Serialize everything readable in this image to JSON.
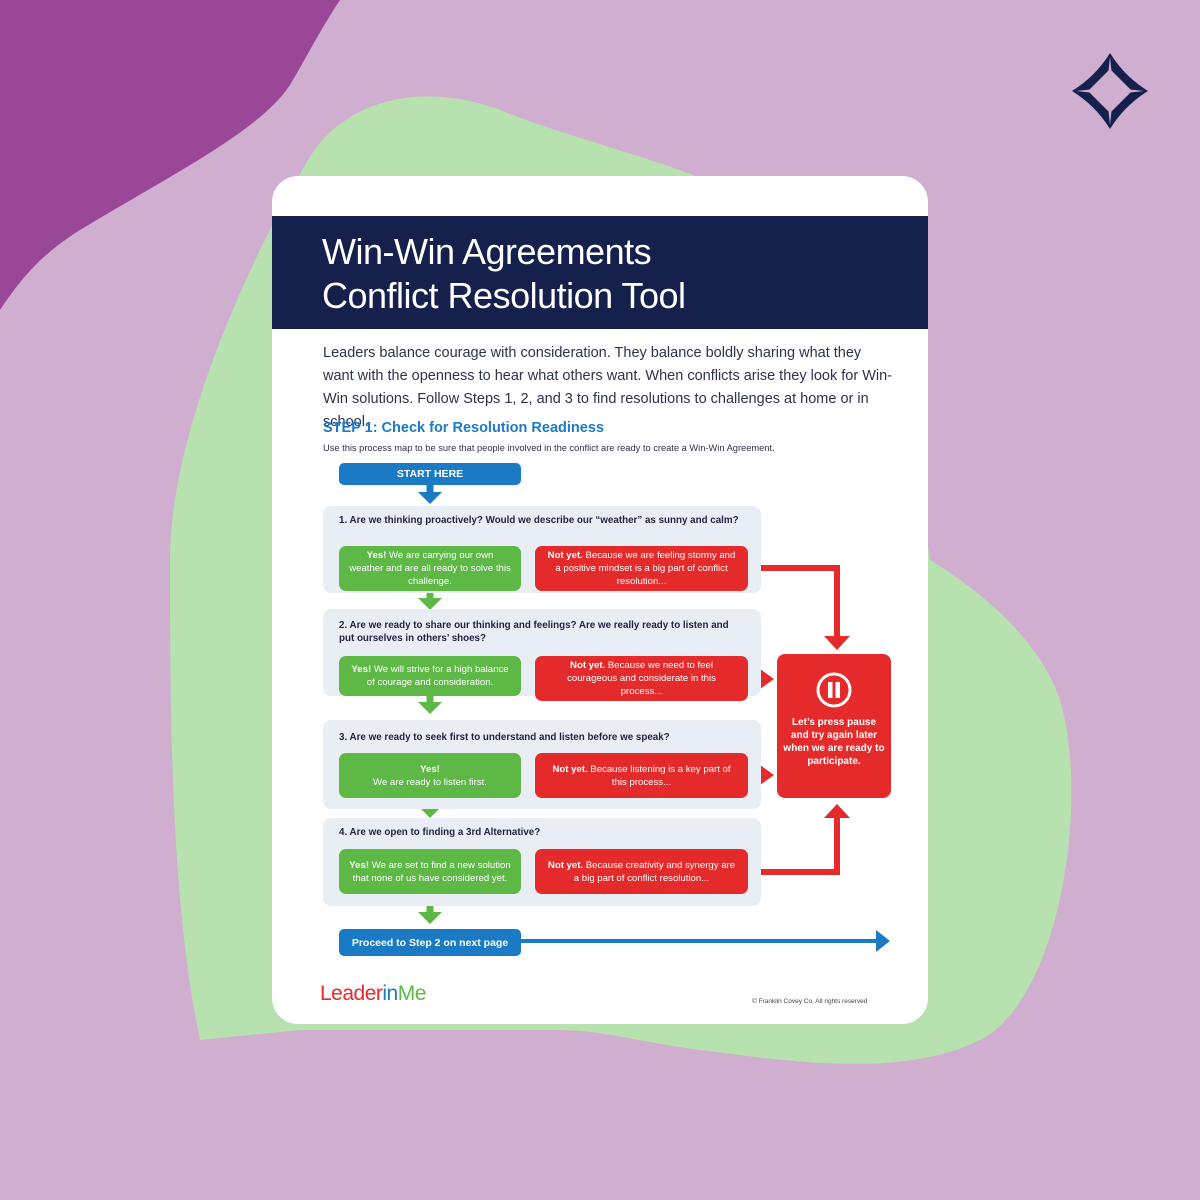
{
  "colors": {
    "background": "#cfaed0",
    "blob_purple": "#994796",
    "blob_green": "#b7e1ae",
    "navy": "#16204d",
    "blue": "#1b7ac4",
    "green": "#5db846",
    "red": "#e42a2a",
    "panel": "#e9eef5"
  },
  "brand_icon": "compass-star-icon",
  "document": {
    "title_line1": "Win-Win Agreements",
    "title_line2": "Conflict Resolution Tool",
    "intro": "Leaders balance courage with consideration. They balance boldly sharing what they want with the openness to hear what others want. When conflicts arise they look for Win-Win solutions. Follow Steps 1, 2, and 3 to find resolutions to challenges at home or in school.",
    "step_title": "STEP 1: Check for Resolution Readiness",
    "step_subtitle": "Use this process map to be sure that people involved in the conflict are ready to create a Win-Win Agreement.",
    "start_label": "START HERE",
    "questions": [
      {
        "question": "1. Are we thinking proactively? Would we describe our “weather” as sunny and calm?",
        "yes_lead": "Yes!",
        "yes_text": "We are carrying our own weather and are all ready to solve this challenge.",
        "no_lead": "Not yet.",
        "no_text": "Because we are feeling stormy and a positive mindset is a big part of conflict resolution..."
      },
      {
        "question": "2. Are we ready to share our thinking and feelings? Are we really ready to listen and put ourselves in others’ shoes?",
        "yes_lead": "Yes!",
        "yes_text": "We will strive for a high balance of courage and consideration.",
        "no_lead": "Not yet.",
        "no_text": "Because we need to feel courageous and considerate in this process..."
      },
      {
        "question": "3. Are we ready to seek first to understand and listen before we speak?",
        "yes_lead": "Yes!",
        "yes_text": "We are ready to listen first.",
        "no_lead": "Not yet.",
        "no_text": "Because listening is a key part of this process..."
      },
      {
        "question": "4. Are we open to finding a 3rd Alternative?",
        "yes_lead": "Yes!",
        "yes_text": "We are set to find a new solution that none of us have considered yet.",
        "no_lead": "Not yet.",
        "no_text": "Because creativity and synergy are a big part of conflict resolution..."
      }
    ],
    "pause_icon": "pause-icon",
    "pause_text": "Let’s press pause and try again later when we are ready to participate.",
    "proceed_label": "Proceed to Step 2 on next page",
    "logo_part1": "Leader",
    "logo_part2": "in",
    "logo_part3": "Me",
    "copyright": "© Franklin Covey Co. All rights reserved"
  }
}
